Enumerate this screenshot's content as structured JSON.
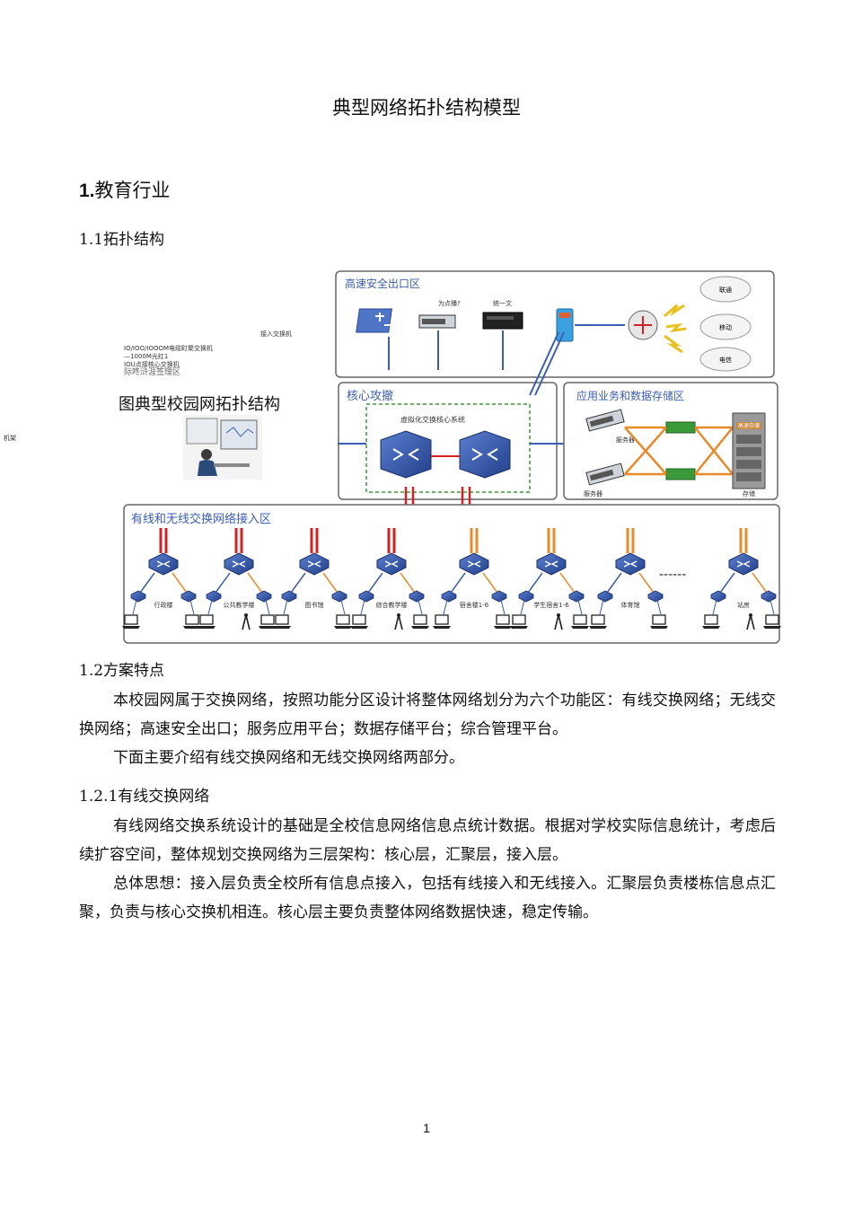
{
  "doc": {
    "title": "典型网络拓扑结构模型",
    "section1": {
      "num": "1.",
      "label": "教育行业"
    },
    "section11": "1.1拓扑结构",
    "section12": "1.2方案特点",
    "para1": "本校园网属于交换网络，按照功能分区设计将整体网络划分为六个功能区：有线交换网络；无线交换网络；高速安全出口；服务应用平台；数据存储平台；综合管理平台。",
    "para2": "下面主要介绍有线交换网络和无线交换网络两部分。",
    "section121": "1.2.1有线交换网络",
    "para3": "有线网络交换系统设计的基础是全校信息网络信息点统计数据。根据对学校实际信息统计，考虑后续扩容空间，整体规划交换网络为三层架构：核心层，汇聚层，接入层。",
    "para4": "总体思想：接入层负责全校所有信息点接入，包括有线接入和无线接入。汇聚层负责楼栋信息点汇聚，负责与核心交换机相连。核心层主要负责整体网络数据快速，稳定传输。",
    "page_number": "1"
  },
  "figure": {
    "caption": "图典型校园网拓扑结构",
    "overlay": {
      "access_switch": "接入交换机",
      "legend_line1": "IO/IOO/IOOOM电缆町聚交换机",
      "legend_line2": "—1000M光红1",
      "legend_line3": "IOU点接核心交换机",
      "legend_line4": "际咚浒涯签理区",
      "rack": "机架"
    },
    "zones": {
      "exit": "高速安全出口区",
      "core": "核心攻撤",
      "core_sub": "虚拟化交换核心系统",
      "app": "应用业务和数据存储区",
      "access": "有线和无线交换网络接入区"
    },
    "exit_labels": [
      "为点播?",
      "统一文"
    ],
    "clouds": [
      "联通",
      "移动",
      "电信"
    ],
    "app_labels": [
      "服务器",
      "服务器",
      "存储",
      "高速存储"
    ],
    "buildings": [
      "行政楼",
      "公共教学楼",
      "图书馆",
      "综合教学楼",
      "宿舍楼1-6",
      "学生宿舍1-6",
      "体育馆",
      "站房"
    ],
    "dots": "------",
    "colors": {
      "red": "#d42020",
      "orange": "#e8892a",
      "blue": "#3a5fb0",
      "green": "#3a9a3a"
    }
  }
}
